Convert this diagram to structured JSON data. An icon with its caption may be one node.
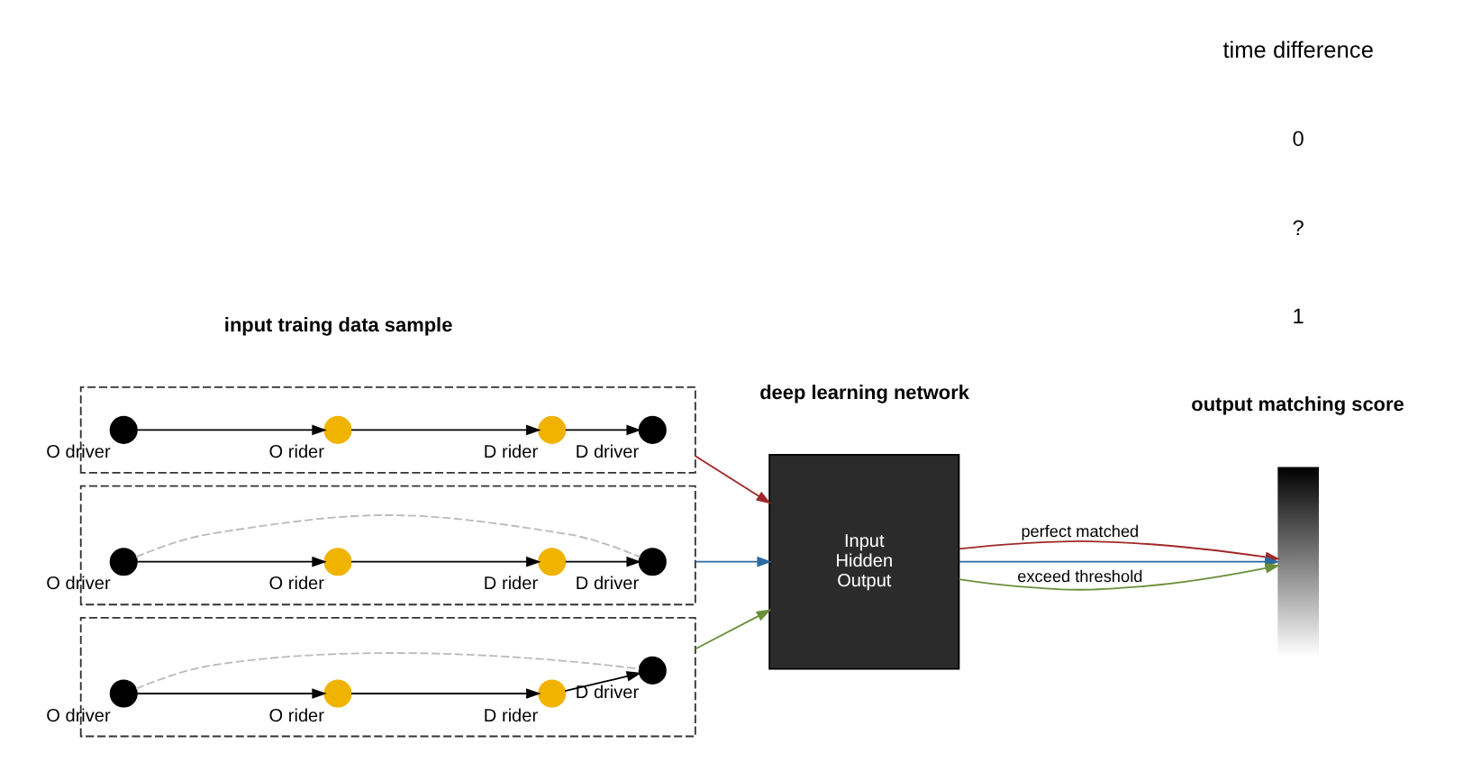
{
  "diagram": {
    "nodes": [
      {
        "text": [],
        "shape": "box"
      },
      {
        "text": [],
        "shape": "circle",
        "in": 0,
        "beside": [
          "O driver"
        ]
      },
      {
        "text": [],
        "shape": "circle",
        "in": 0,
        "beside": [
          "O rider"
        ]
      },
      {
        "text": [],
        "shape": "circle",
        "in": 0,
        "beside": [
          "D rider"
        ]
      },
      {
        "text": [],
        "shape": "circle",
        "in": 0,
        "beside": [
          "D driver"
        ]
      },
      {
        "text": [],
        "shape": "box"
      },
      {
        "text": [],
        "shape": "circle",
        "in": 5,
        "beside": [
          "O driver"
        ]
      },
      {
        "text": [],
        "shape": "circle",
        "in": 5,
        "beside": [
          "O rider"
        ]
      },
      {
        "text": [],
        "shape": "circle",
        "in": 5,
        "beside": [
          "D rider"
        ]
      },
      {
        "text": [],
        "shape": "circle",
        "in": 5,
        "beside": [
          "D driver"
        ]
      },
      {
        "text": [],
        "shape": "box"
      },
      {
        "text": [],
        "shape": "circle",
        "in": 10,
        "beside": [
          "O driver"
        ]
      },
      {
        "text": [],
        "shape": "circle",
        "in": 10,
        "beside": [
          "O rider"
        ]
      },
      {
        "text": [],
        "shape": "circle",
        "in": 10,
        "beside": [
          "D rider"
        ]
      },
      {
        "text": [],
        "shape": "circle",
        "in": 10,
        "beside": [
          "D driver"
        ]
      },
      {
        "text": [
          "Input",
          "Hidden",
          "Output"
        ]
      },
      {
        "text": [],
        "shape": "bar"
      }
    ],
    "edges": [
      {
        "from": 1,
        "to": 2,
        "arrow": "to"
      },
      {
        "from": 2,
        "to": 3,
        "arrow": "to"
      },
      {
        "from": 3,
        "to": 4,
        "arrow": "to"
      },
      {
        "from": 6,
        "to": 9,
        "arrow": "none",
        "style": "dashed",
        "color": "#bbbbbb"
      },
      {
        "from": 6,
        "to": 7,
        "arrow": "to"
      },
      {
        "from": 7,
        "to": 8,
        "arrow": "to"
      },
      {
        "from": 8,
        "to": 9,
        "arrow": "to"
      },
      {
        "from": 11,
        "to": 14,
        "arrow": "none",
        "style": "dashed",
        "color": "#bbbbbb"
      },
      {
        "from": 11,
        "to": 12,
        "arrow": "to"
      },
      {
        "from": 12,
        "to": 13,
        "arrow": "to"
      },
      {
        "from": 13,
        "to": 14,
        "arrow": "to"
      },
      {
        "from": 0,
        "to": 15,
        "arrow": "to",
        "color": "#a02828"
      },
      {
        "from": 5,
        "to": 15,
        "arrow": "to",
        "color": "#2b6aa0"
      },
      {
        "from": 10,
        "to": 15,
        "arrow": "to",
        "color": "#6a8f3a"
      },
      {
        "from": 15,
        "to": 16,
        "arrow": "to",
        "color": "#a02828",
        "label": "perfect matched"
      },
      {
        "from": 15,
        "to": 16,
        "arrow": "to",
        "color": "#2b6aa0"
      },
      {
        "from": 15,
        "to": 16,
        "arrow": "to",
        "color": "#6a8f3a",
        "label": "exceed threshold"
      }
    ],
    "labels": [
      "input traing data sample",
      "deep learning network",
      "output matching score",
      "1",
      "?",
      "0",
      "time difference"
    ]
  }
}
